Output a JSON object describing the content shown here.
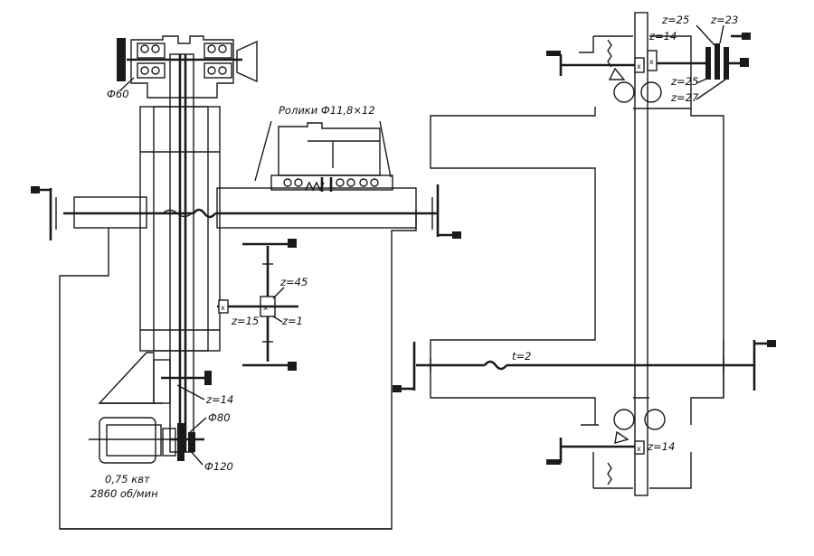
{
  "labels": {
    "rollers": "Ролики Ф11,8×12",
    "phi60": "Ф60",
    "phi80": "Ф80",
    "phi120": "Ф120",
    "motor_power": "0,75 квт",
    "motor_speed": "2860 об/мин",
    "z45": "z=45",
    "z15": "z=15",
    "z1": "z=1",
    "z14_left": "z=14",
    "z14_right_top": "z=14",
    "z25_a": "z=25",
    "z23": "z=23",
    "z25_b": "z=25",
    "z27": "z=27",
    "t2": "t=2",
    "z14_right_bottom": "z=14"
  }
}
